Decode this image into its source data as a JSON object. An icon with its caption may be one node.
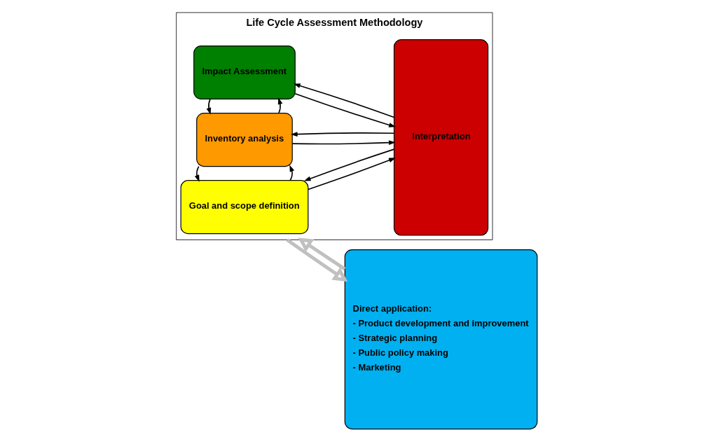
{
  "diagram": {
    "nodes": [
      {
        "text": [
          "Life Cycle Assessment Methodology"
        ]
      },
      {
        "text": [
          "Goal and scope definition"
        ],
        "in": 0
      },
      {
        "text": [
          "Inventory analysis"
        ],
        "in": 0
      },
      {
        "text": [
          "Impact Assessment"
        ],
        "in": 0
      },
      {
        "text": [
          "Interpretation"
        ],
        "in": 0
      },
      {
        "text": [
          "Direct application:",
          "- Product development and improvement",
          "- Strategic planning",
          "- Public policy making",
          "- Marketing"
        ]
      }
    ],
    "edges": [
      {
        "from": 1,
        "to": 4,
        "arrow": "to"
      },
      {
        "from": 4,
        "to": 1,
        "arrow": "to"
      },
      {
        "from": 2,
        "to": 4,
        "arrow": "to"
      },
      {
        "from": 4,
        "to": 2,
        "arrow": "to"
      },
      {
        "from": 3,
        "to": 4,
        "arrow": "to"
      },
      {
        "from": 4,
        "to": 3,
        "arrow": "to"
      },
      {
        "from": 1,
        "to": 2,
        "arrow": "to"
      },
      {
        "from": 2,
        "to": 1,
        "arrow": "to"
      },
      {
        "from": 2,
        "to": 3,
        "arrow": "to"
      },
      {
        "from": 3,
        "to": 2,
        "arrow": "to"
      },
      {
        "from": 0,
        "to": 5,
        "arrow": "to",
        "style": "thick",
        "color": "#c0c0c0"
      },
      {
        "from": 5,
        "to": 0,
        "arrow": "to",
        "style": "thick",
        "color": "#c0c0c0"
      }
    ]
  }
}
